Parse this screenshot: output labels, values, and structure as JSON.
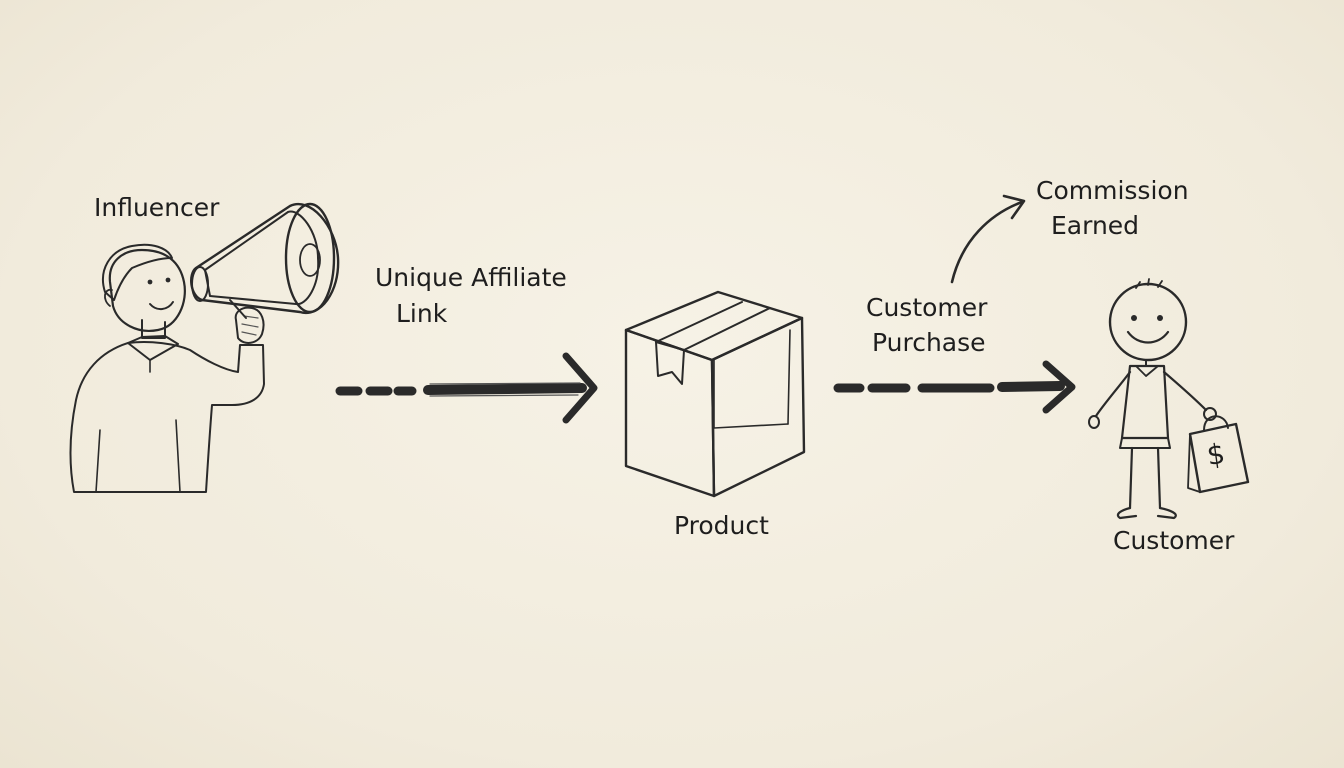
{
  "diagram": {
    "nodes": [
      {
        "id": "influencer",
        "label": "Influencer",
        "icon": "influencer-megaphone-icon"
      },
      {
        "id": "product",
        "label": "Product",
        "icon": "product-box-icon"
      },
      {
        "id": "customer",
        "label": "Customer",
        "icon": "customer-shopping-bag-icon"
      }
    ],
    "edges": [
      {
        "from": "influencer",
        "to": "product",
        "label_line1": "Unique Affiliate",
        "label_line2": "Link",
        "style": "dashed-arrow"
      },
      {
        "from": "product",
        "to": "customer",
        "label_line1": "Customer",
        "label_line2": "Purchase",
        "style": "dashed-arrow"
      }
    ],
    "commission": {
      "line1": "Commission",
      "line2": "Earned",
      "icon": "curved-arrow-icon"
    },
    "bag_symbol": "$",
    "colors": {
      "paper": "#f3eee1",
      "ink": "#2a2a2a"
    }
  }
}
